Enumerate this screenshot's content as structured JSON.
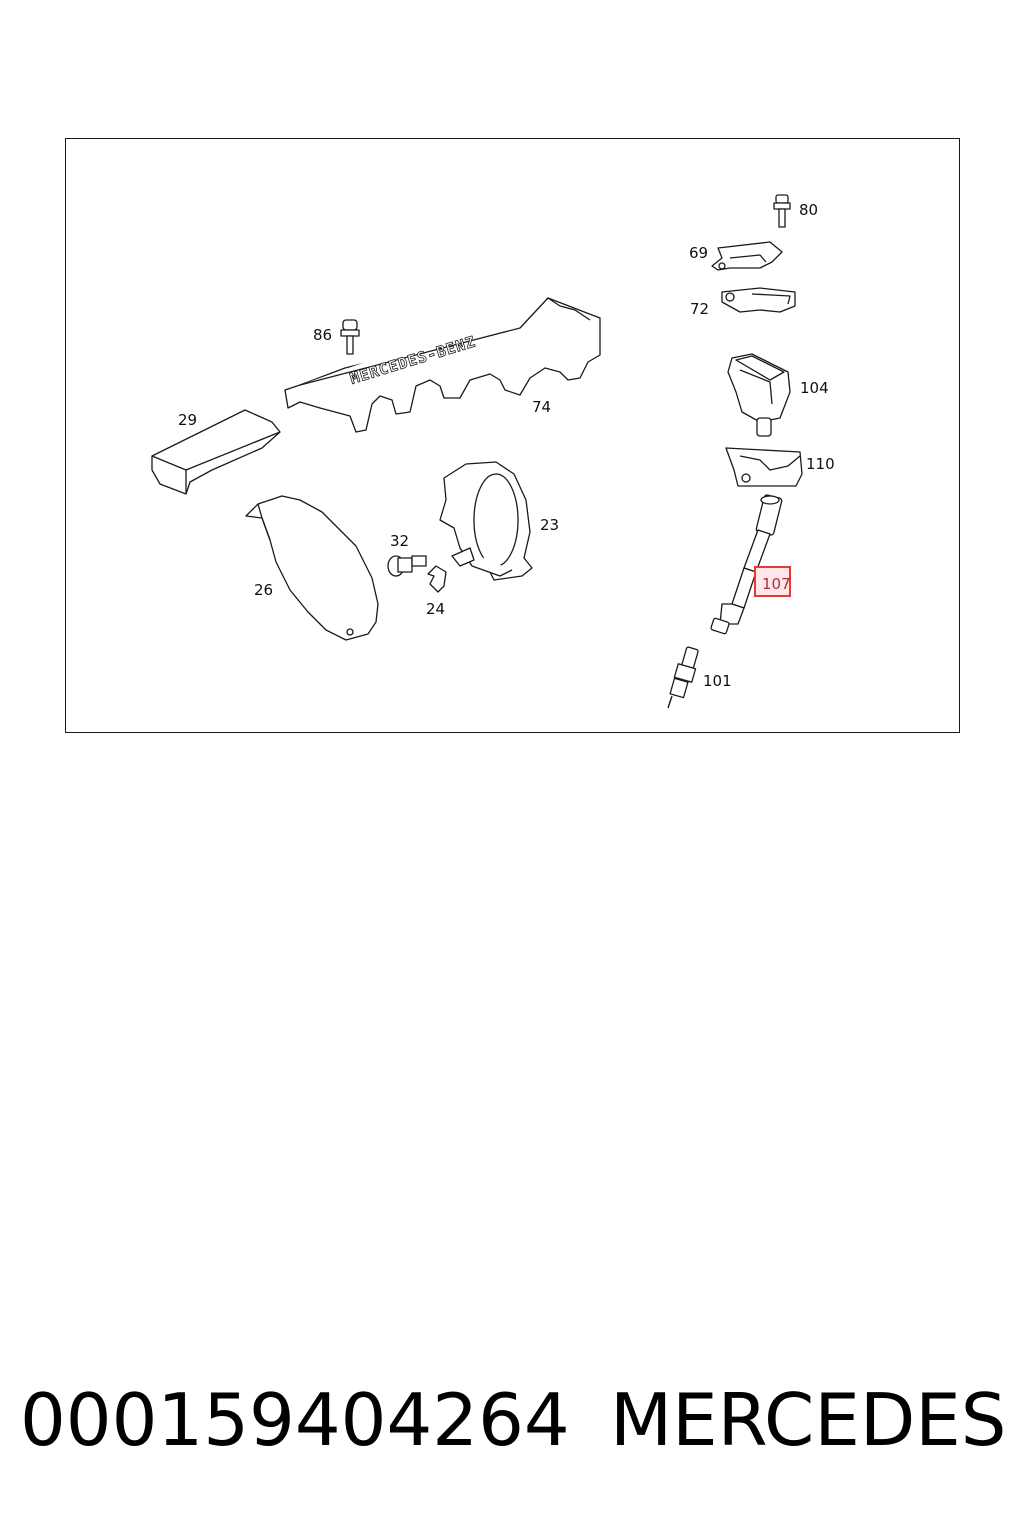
{
  "diagram": {
    "callouts": {
      "c80": "80",
      "c69": "69",
      "c72": "72",
      "c86": "86",
      "c104": "104",
      "c74": "74",
      "c29": "29",
      "c110": "110",
      "c23": "23",
      "c32": "32",
      "c26": "26",
      "c24": "24",
      "c107": "107",
      "c101": "101"
    },
    "highlighted_callout": "107",
    "highlight_color": "#e53935",
    "cover_emboss_text": "MERCEDES-BENZ"
  },
  "footer": {
    "part_number": "000159404264",
    "brand": "MERCEDES"
  }
}
